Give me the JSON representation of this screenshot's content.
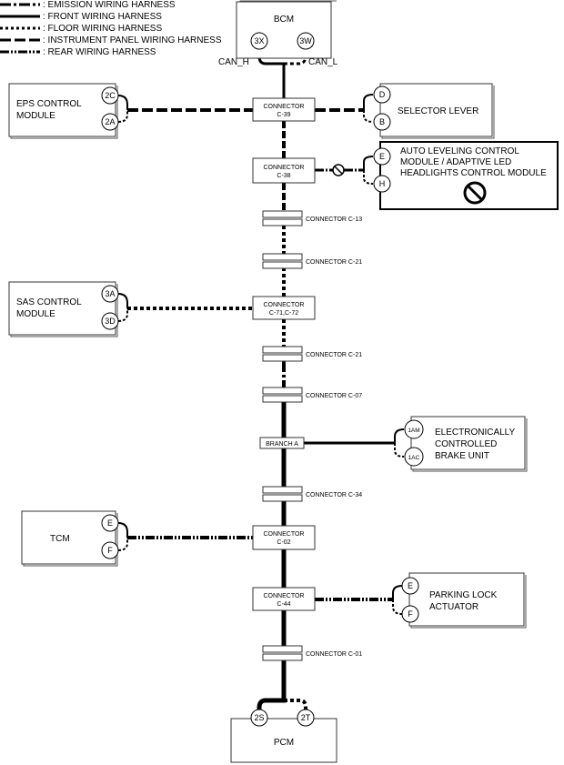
{
  "legend": [
    {
      "id": "emission",
      "label": ": EMISSION WIRING HARNESS"
    },
    {
      "id": "front",
      "label": ": FRONT WIRING HARNESS"
    },
    {
      "id": "floor",
      "label": ": FLOOR WIRING HARNESS"
    },
    {
      "id": "instrument",
      "label": ": INSTRUMENT PANEL WIRING HARNESS"
    },
    {
      "id": "rear",
      "label": ": REAR WIRING HARNESS"
    }
  ],
  "bcm": {
    "name": "BCM",
    "pin_left": "3X",
    "pin_right": "3W",
    "can_h": "CAN_H",
    "can_l": "CAN_L"
  },
  "pcm": {
    "name": "PCM",
    "pin_left": "2S",
    "pin_right": "2T"
  },
  "modules": {
    "eps": {
      "name_line1": "EPS CONTROL",
      "name_line2": "MODULE",
      "pin_top": "2C",
      "pin_bottom": "2A"
    },
    "selector": {
      "name": "SELECTOR LEVER",
      "pin_top": "D",
      "pin_bottom": "B"
    },
    "auto_leveling": {
      "name_line1": "AUTO LEVELING CONTROL",
      "name_line2": "MODULE / ADAPTIVE LED",
      "name_line3": "HEADLIGHTS CONTROL MODULE",
      "pin_top": "E",
      "pin_bottom": "H"
    },
    "sas": {
      "name_line1": "SAS CONTROL",
      "name_line2": "MODULE",
      "pin_top": "3A",
      "pin_bottom": "3D"
    },
    "brake": {
      "name_line1": "ELECTRONICALLY",
      "name_line2": "CONTROLLED",
      "name_line3": "BRAKE UNIT",
      "pin_top": "1AM",
      "pin_bottom": "1AC"
    },
    "tcm": {
      "name": "TCM",
      "pin_top": "E",
      "pin_bottom": "F"
    },
    "parking": {
      "name_line1": "PARKING LOCK",
      "name_line2": "ACTUATOR",
      "pin_top": "E",
      "pin_bottom": "F"
    }
  },
  "connector_boxes": {
    "c39": {
      "line1": "CONNECTOR",
      "line2": "C-39"
    },
    "c38": {
      "line1": "CONNECTOR",
      "line2": "C-38"
    },
    "c71": {
      "line1": "CONNECTOR",
      "line2": "C-71,C-72"
    },
    "branch_a": {
      "line1": "BRANCH A"
    },
    "c02": {
      "line1": "CONNECTOR",
      "line2": "C-02"
    },
    "c44": {
      "line1": "CONNECTOR",
      "line2": "C-44"
    }
  },
  "inline_connectors": {
    "c13": "CONNECTOR C-13",
    "c21a": "CONNECTOR C-21",
    "c21b": "CONNECTOR C-21",
    "c07": "CONNECTOR C-07",
    "c34": "CONNECTOR C-34",
    "c01": "CONNECTOR C-01"
  },
  "colors": {
    "wire": "#000000",
    "box_border": "#333333"
  }
}
